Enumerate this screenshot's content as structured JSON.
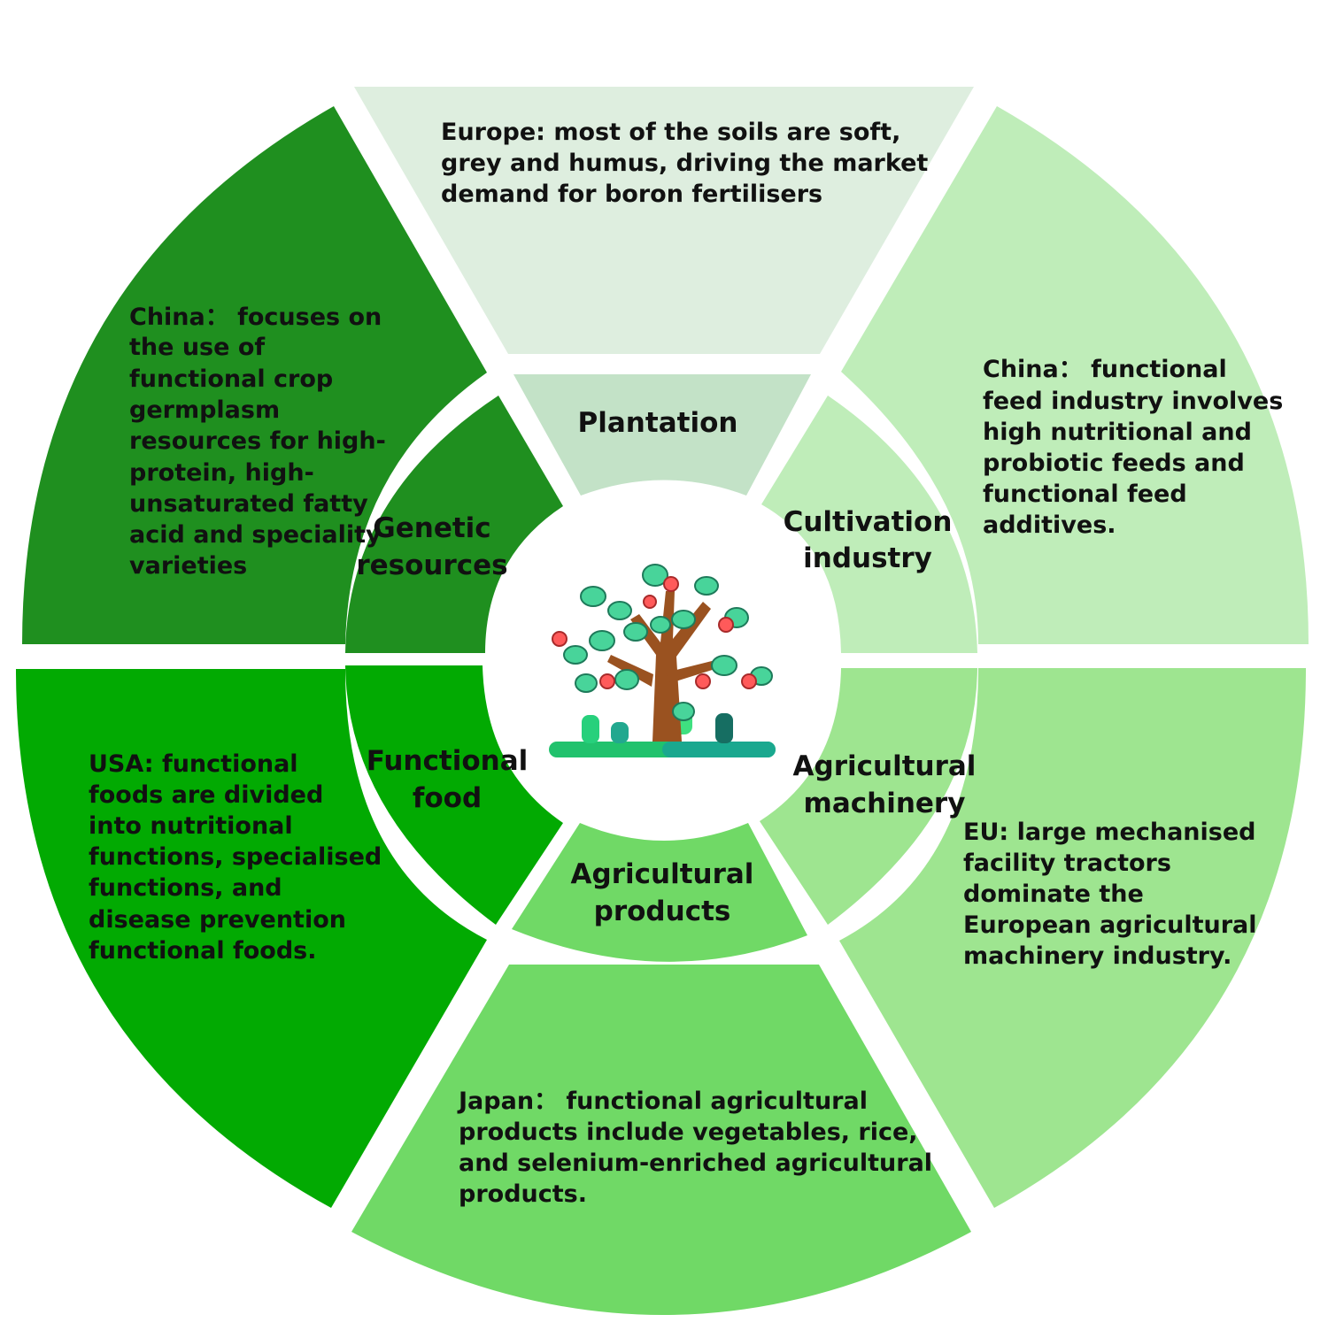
{
  "sectors": [
    {
      "id": "plantation",
      "label_lines": [
        "Plantation"
      ],
      "note_lines": [
        "Europe: most of the soils are soft,",
        "grey and humus, driving the market",
        "demand for boron fertilisers"
      ],
      "outer_color": "#deeedf",
      "inner_color": "#c3e2c7"
    },
    {
      "id": "cultivation",
      "label_lines": [
        "Cultivation",
        "industry"
      ],
      "note_lines": [
        "China： functional",
        "feed industry involves",
        "high nutritional and",
        "probiotic feeds and",
        "functional feed",
        "additives."
      ],
      "outer_color": "#bfedb9",
      "inner_color": "#bfedb9"
    },
    {
      "id": "machinery",
      "label_lines": [
        "Agricultural",
        "machinery"
      ],
      "note_lines": [
        "EU: large mechanised",
        "facility tractors",
        "dominate the",
        "European agricultural",
        "machinery industry."
      ],
      "outer_color": "#9ee590",
      "inner_color": "#9ee590"
    },
    {
      "id": "products",
      "label_lines": [
        "Agricultural",
        "products"
      ],
      "note_lines": [
        "Japan： functional agricultural",
        "products include vegetables, rice,",
        "and selenium-enriched agricultural",
        "products."
      ],
      "outer_color": "#70d966",
      "inner_color": "#70d966"
    },
    {
      "id": "functional_food",
      "label_lines": [
        "Functional",
        "food"
      ],
      "note_lines": [
        "USA: functional",
        "foods are divided",
        "into nutritional",
        "functions, specialised",
        "functions, and",
        "disease prevention",
        "functional foods."
      ],
      "outer_color": "#02aa02",
      "inner_color": "#02aa02"
    },
    {
      "id": "genetic",
      "label_lines": [
        "Genetic",
        "resources"
      ],
      "note_lines": [
        "China： focuses on",
        "the use of",
        "functional crop",
        "germplasm",
        "resources for high-",
        "protein, high-",
        "unsaturated fatty",
        "acid and speciality",
        "varieties"
      ],
      "outer_color": "#1f8f1f",
      "inner_color": "#1f8f1f"
    }
  ],
  "center_icon": "fruit-tree-icon"
}
